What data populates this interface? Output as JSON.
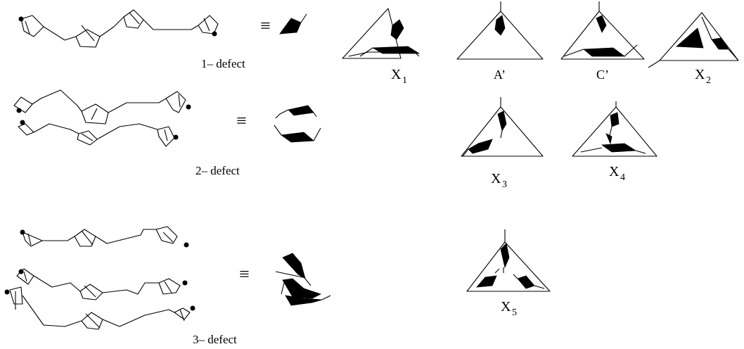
{
  "labels": {
    "defect1": "1– defect",
    "defect2": "2– defect",
    "defect3": "3– defect",
    "equiv": "≡"
  },
  "triangles": {
    "x1": {
      "base": "X",
      "sub": "1"
    },
    "a_prime": {
      "base": "A’",
      "sub": ""
    },
    "c_prime": {
      "base": "C’",
      "sub": ""
    },
    "x2": {
      "base": "X",
      "sub": "2"
    },
    "x3": {
      "base": "X",
      "sub": "3"
    },
    "x4": {
      "base": "X",
      "sub": "4"
    },
    "x5": {
      "base": "X",
      "sub": "5"
    }
  }
}
